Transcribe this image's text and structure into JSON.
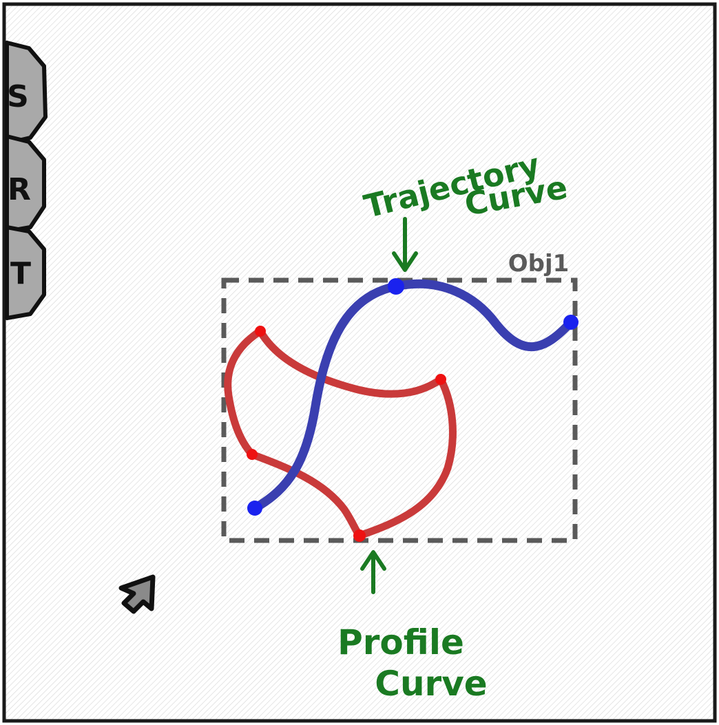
{
  "toolbar": {
    "tools": [
      {
        "key": "scale",
        "label": "S"
      },
      {
        "key": "rotate",
        "label": "R"
      },
      {
        "key": "translate",
        "label": "T"
      }
    ]
  },
  "object": {
    "name": "Obj1"
  },
  "annotations": {
    "trajectory_line1": "Trajectory",
    "trajectory_line2": "Curve",
    "profile_line1": "Profile",
    "profile_line2": "Curve"
  },
  "colors": {
    "trajectory": "#3a3fb0",
    "profile": "#c93a3a",
    "annotation": "#1a7a22",
    "frame": "#555555",
    "tool_fill": "#a9a9a9"
  },
  "icons": {
    "cursor": "arrow-cursor-icon"
  }
}
